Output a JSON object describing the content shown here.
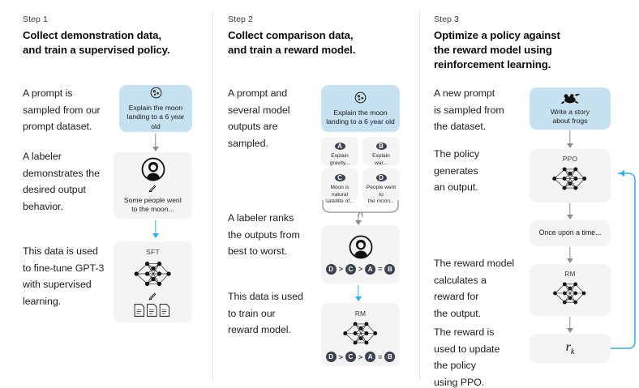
{
  "steps": [
    {
      "label": "Step 1",
      "title_line1": "Collect demonstration data,",
      "title_line2": "and train a supervised policy.",
      "paragraphs": [
        "A prompt is\nsampled from our\nprompt dataset.",
        "A labeler\ndemonstrates the\ndesired output\nbehavior.",
        "This data is used\nto fine-tune GPT-3\nwith supervised\nlearning."
      ],
      "prompt_box": {
        "text": "Explain the moon\nlanding to a 6 year old",
        "icon": "moon-icon",
        "color": "#c6e2f1"
      },
      "labeler_box": {
        "text": "Some people went\nto the moon...",
        "icon": "labeler-avatar-icon"
      },
      "model_box": {
        "title": "SFT",
        "icon": "neural-network-icon"
      }
    },
    {
      "label": "Step 2",
      "title_line1": "Collect comparison data,",
      "title_line2": "and train a reward model.",
      "paragraphs": [
        "A prompt and\nseveral model\noutputs are\nsampled.",
        "A labeler ranks\nthe outputs from\nbest to worst.",
        "This data is used\nto train our\nreward model."
      ],
      "prompt_box": {
        "text": "Explain the moon\nlanding to a 6 year old",
        "icon": "moon-icon",
        "color": "#c6e2f1"
      },
      "options": [
        {
          "letter": "A",
          "text": "Explain gravity..."
        },
        {
          "letter": "B",
          "text": "Explain war..."
        },
        {
          "letter": "C",
          "text": "Moon is natural\nsatellite of..."
        },
        {
          "letter": "D",
          "text": "People went to\nthe moon..."
        }
      ],
      "ranking": [
        "D",
        ">",
        "C",
        ">",
        "A",
        "=",
        "B"
      ],
      "labeler_box": {
        "icon": "labeler-avatar-icon"
      },
      "model_box": {
        "title": "RM",
        "icon": "neural-network-icon"
      }
    },
    {
      "label": "Step 3",
      "title_line1": "Optimize a policy against",
      "title_line2": "the reward model using",
      "title_line3": "reinforcement learning.",
      "paragraphs": [
        "A new prompt\nis sampled from\nthe dataset.",
        "The policy\ngenerates\nan output.",
        "The reward model\ncalculates a\nreward for\nthe output.",
        "The reward is\nused to update\nthe policy\nusing PPO."
      ],
      "prompt_box": {
        "text": "Write a story\nabout frogs",
        "icon": "frog-icon",
        "color": "#c6e2f1"
      },
      "policy_box": {
        "title": "PPO",
        "icon": "neural-network-icon"
      },
      "output_box": {
        "text": "Once upon a time..."
      },
      "reward_model_box": {
        "title": "RM",
        "icon": "neural-network-icon"
      },
      "reward_box": {
        "text": "r",
        "subscript": "k"
      }
    }
  ],
  "colors": {
    "accent_blue": "#2ab2f2",
    "prompt_blue": "#c6e2f1",
    "box_gray": "#f4f4f4",
    "arrow_gray": "#8c8c96",
    "badge_dark": "#3d4250"
  }
}
